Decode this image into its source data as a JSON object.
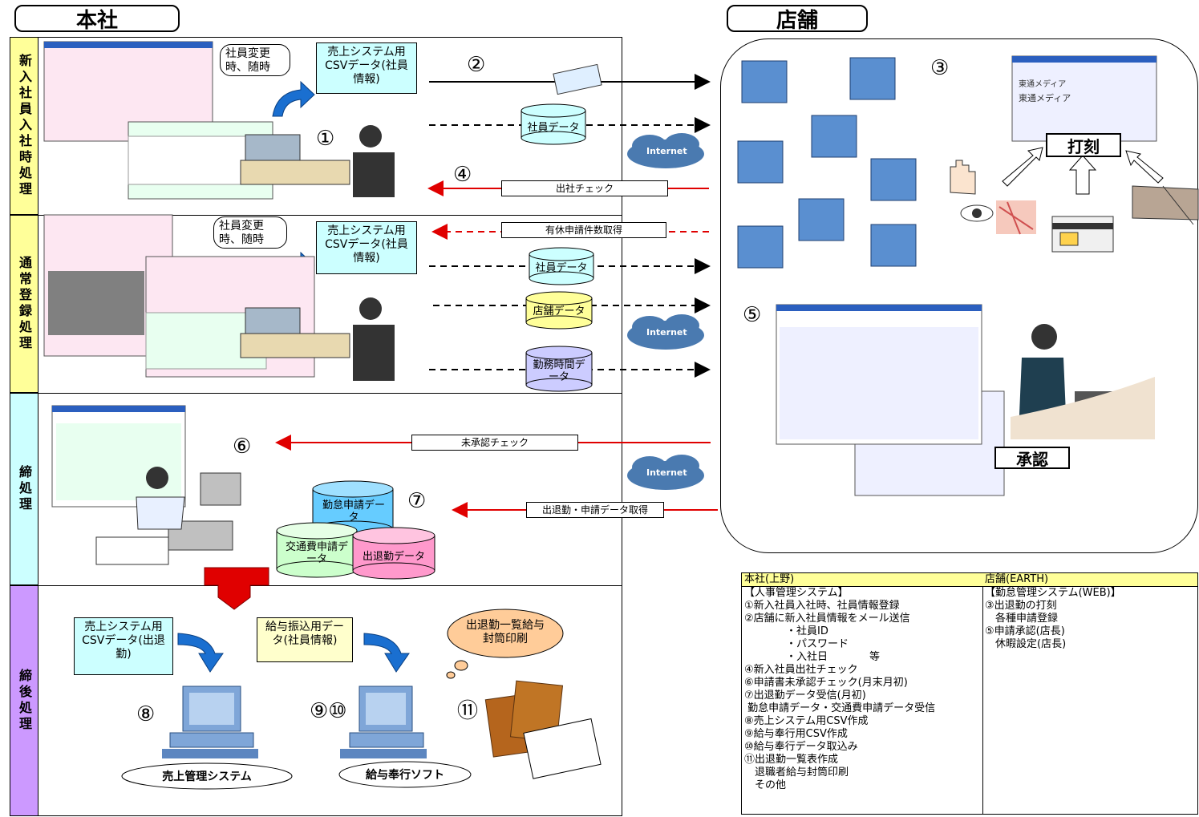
{
  "headers": {
    "hq": "本社",
    "store": "店舗"
  },
  "sections": [
    {
      "label": "新入社員入社時処理",
      "color": "#ffff99"
    },
    {
      "label": "通常登録処理",
      "color": "#ffff99"
    },
    {
      "label": "締処理",
      "color": "#ccffff"
    },
    {
      "label": "締後処理",
      "color": "#cc99ff"
    }
  ],
  "row1": {
    "bubble": "社員変更時、随時",
    "csv_note": "売上システム用CSVデータ(社員情報)",
    "num_pc": "①",
    "num_mail": "②",
    "num_check": "④",
    "db": "社員データ",
    "check_label": "出社チェック"
  },
  "row2": {
    "bubble": "社員変更時、随時",
    "csv_note": "売上システム用CSVデータ(社員情報)",
    "leave_label": "有休申請件数取得",
    "db1": "社員データ",
    "db2": "店舗データ",
    "db3": "勤務時間データ"
  },
  "row3": {
    "num_check": "⑥",
    "check_label": "未承認チェック",
    "num_db": "⑦",
    "fetch_label": "出退勤・申請データ取得",
    "db1": "勤怠申請データ",
    "db2": "交通費申請データ",
    "db3": "出退勤データ"
  },
  "row4": {
    "note1": "売上システム用CSVデータ(出退勤)",
    "note2": "給与振込用データ(社員情報)",
    "cloud": "出退勤一覧給与封筒印刷",
    "num8": "⑧",
    "num910": "⑨⑩",
    "num11": "⑪",
    "sys1": "売上管理システム",
    "sys2": "給与奉行ソフト"
  },
  "internet": "Internet",
  "store": {
    "num3": "③",
    "num5": "⑤",
    "punch": "打刻",
    "approve": "承認",
    "screen_line1": "東通メディア",
    "screen_line2": "東通メディア"
  },
  "legend": {
    "left_header": "本社(上野)",
    "right_header": "店舗(EARTH)",
    "left_lines": [
      "【人事管理システム】",
      "①新入社員入社時、社員情報登録",
      "②店舗に新入社員情報をメール送信",
      "　　　　・社員ID",
      "　　　　・パスワード",
      "　　　　・入社日　　　　等",
      "④新入社員出社チェック",
      "⑥申請書未承認チェック(月末月初)",
      "⑦出退勤データ受信(月初)",
      " 勤怠申請データ・交通費申請データ受信",
      "⑧売上システム用CSV作成",
      "⑨給与奉行用CSV作成",
      "⑩給与奉行データ取込み",
      "⑪出退勤一覧表作成",
      "　退職者給与封筒印刷",
      "　その他"
    ],
    "right_lines": [
      "【勤怠管理システム(WEB)】",
      "③出退勤の打刻",
      "　各種申請登録",
      "⑤申請承認(店長)",
      "　休暇設定(店長)"
    ]
  },
  "colors": {
    "arrow_red": "#e00000",
    "arrow_blue": "#1a6fd0",
    "db_blue": "#ccffff",
    "db_yellow": "#ffff99",
    "db_purple": "#ccccff",
    "db_pink": "#ff99cc"
  }
}
